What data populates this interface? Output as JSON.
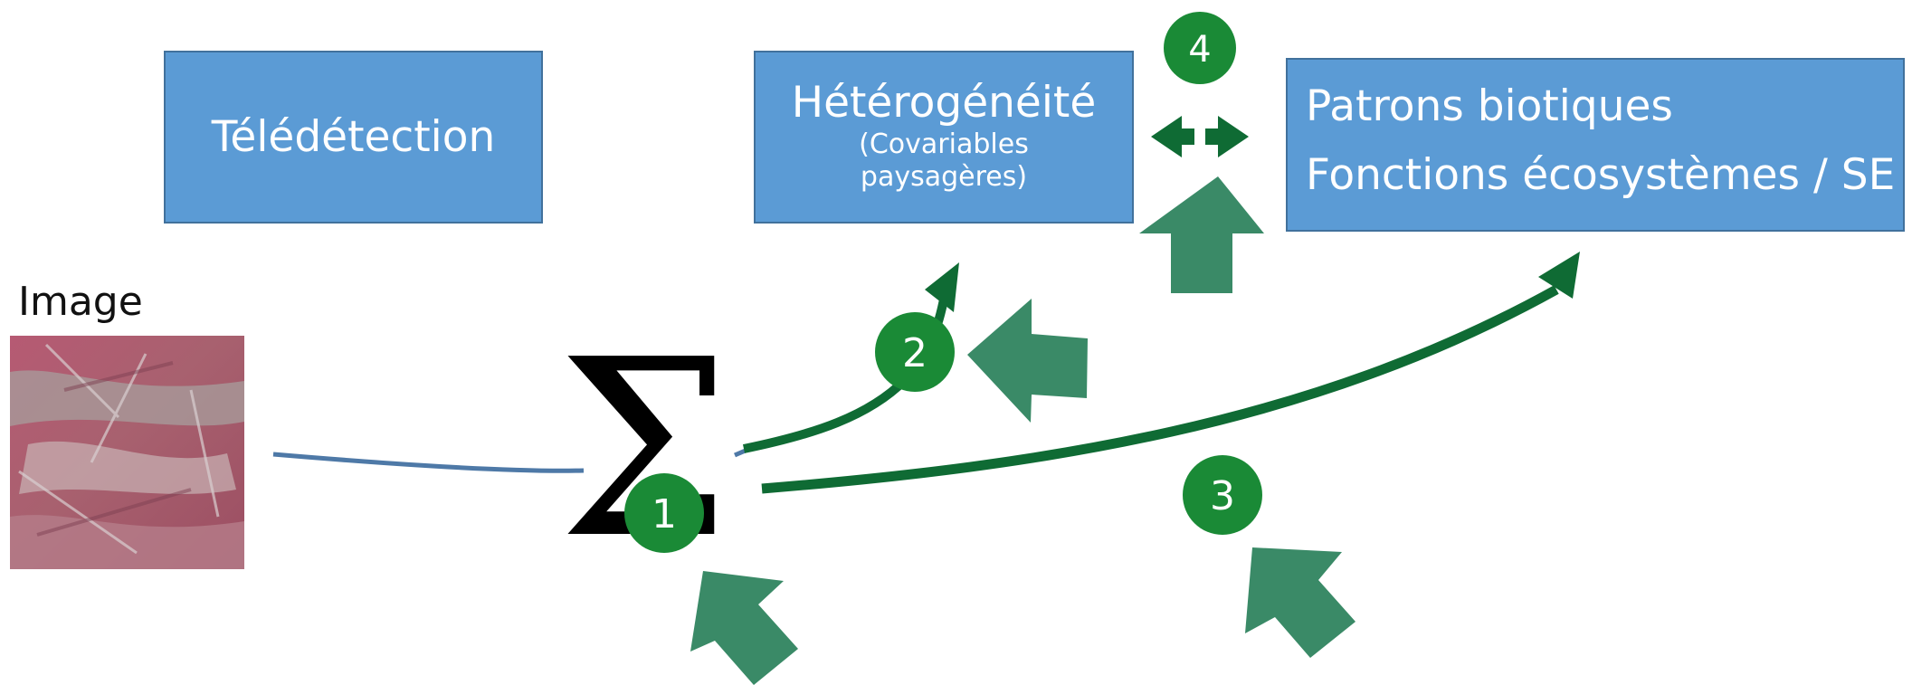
{
  "boxes": {
    "teledetection": "Télédétection",
    "heterogeneite_title": "Hétérogénéité",
    "heterogeneite_sub1": "(Covariables",
    "heterogeneite_sub2": "paysagères)",
    "patrons_line1": "Patrons biotiques",
    "patrons_line2": "Fonctions écosystèmes / SE"
  },
  "image_label": "Image",
  "sum_symbol": "Σ",
  "badges": [
    "1",
    "2",
    "3",
    "4"
  ],
  "colors": {
    "box_fill": "#5b9bd5",
    "box_border": "#41719c",
    "badge_green": "#1a8a36",
    "arrow_dark": "#0f6b34",
    "arrow_block": "#3a8a67",
    "line_blue": "#4e79a7"
  }
}
